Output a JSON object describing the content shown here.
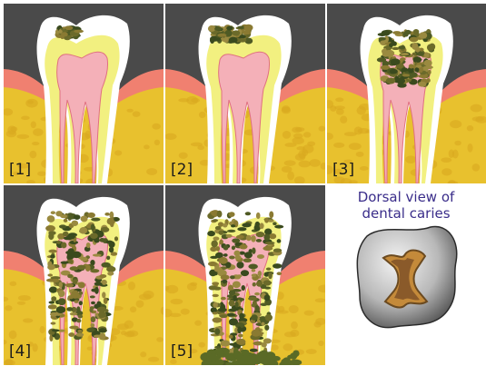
{
  "stages": [
    {
      "label": "[1]",
      "decay": 0.1
    },
    {
      "label": "[2]",
      "decay": 0.3
    },
    {
      "label": "[3]",
      "decay": 0.55
    },
    {
      "label": "[4]",
      "decay": 0.8
    },
    {
      "label": "[5]",
      "decay": 1.0
    }
  ],
  "dorsal_caption": {
    "line1": "Dorsal view of",
    "line2": "dental caries"
  },
  "colors": {
    "background": "#4a4a4a",
    "bone": "#e8c12e",
    "gum": "#f08070",
    "enamel": "#ffffff",
    "dentin": "#f2f080",
    "pulp": "#f4b0b8",
    "decay": "#6b6a2a"
  }
}
